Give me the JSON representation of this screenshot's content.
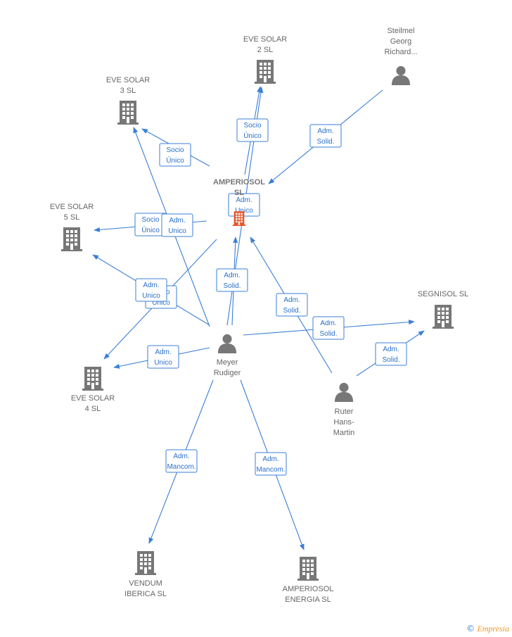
{
  "colors": {
    "edge": "#3b7fd6",
    "company": "#777777",
    "person": "#777777",
    "focus": "#e8542a"
  },
  "nodes": [
    {
      "id": "amperiosol",
      "type": "company-focus",
      "lines": [
        "AMPERIOSOL",
        "SL"
      ]
    },
    {
      "id": "eve2",
      "type": "company",
      "lines": [
        "EVE SOLAR",
        "2  SL"
      ]
    },
    {
      "id": "eve3",
      "type": "company",
      "lines": [
        "EVE SOLAR",
        "3  SL"
      ]
    },
    {
      "id": "eve5",
      "type": "company",
      "lines": [
        "EVE SOLAR",
        "5  SL"
      ]
    },
    {
      "id": "eve4",
      "type": "company",
      "lines": [
        "EVE SOLAR",
        "4  SL"
      ]
    },
    {
      "id": "segnisol",
      "type": "company",
      "lines": [
        "SEGNISOL  SL"
      ]
    },
    {
      "id": "vendum",
      "type": "company",
      "lines": [
        "VENDUM",
        "IBERICA  SL"
      ]
    },
    {
      "id": "energia",
      "type": "company",
      "lines": [
        "AMPERIOSOL",
        "ENERGIA  SL"
      ]
    },
    {
      "id": "steilmel",
      "type": "person",
      "lines": [
        "Steilmel",
        "Georg",
        "Richard..."
      ]
    },
    {
      "id": "meyer",
      "type": "person",
      "lines": [
        "Meyer",
        "Rudiger"
      ]
    },
    {
      "id": "ruter",
      "type": "person",
      "lines": [
        "Ruter",
        "Hans-",
        "Martin"
      ]
    }
  ],
  "edges": [
    {
      "from": "amperiosol",
      "to": "eve2",
      "label": [
        "Socio",
        "Único"
      ]
    },
    {
      "from": "amperiosol",
      "to": "eve3",
      "label": [
        "Socio",
        "Único"
      ]
    },
    {
      "from": "amperiosol",
      "to": "eve5",
      "label": [
        "Socio",
        "Único"
      ]
    },
    {
      "from": "amperiosol",
      "to": "eve4",
      "label": [
        "Socio",
        "Único"
      ]
    },
    {
      "from": "steilmel",
      "to": "amperiosol",
      "label": [
        "Adm.",
        "Solid."
      ]
    },
    {
      "from": "meyer",
      "to": "eve2",
      "label": [
        "Adm.",
        "Unico"
      ]
    },
    {
      "from": "meyer",
      "to": "eve3",
      "label": [
        "Adm.",
        "Unico"
      ]
    },
    {
      "from": "meyer",
      "to": "eve5",
      "label": [
        "Adm.",
        "Unico"
      ]
    },
    {
      "from": "meyer",
      "to": "eve4",
      "label": [
        "Adm.",
        "Unico"
      ]
    },
    {
      "from": "meyer",
      "to": "amperiosol",
      "label": [
        "Adm.",
        "Solid."
      ]
    },
    {
      "from": "meyer",
      "to": "segnisol",
      "label": [
        "Adm.",
        "Solid."
      ]
    },
    {
      "from": "meyer",
      "to": "vendum",
      "label": [
        "Adm.",
        "Mancom."
      ]
    },
    {
      "from": "meyer",
      "to": "energia",
      "label": [
        "Adm.",
        "Mancom."
      ]
    },
    {
      "from": "ruter",
      "to": "amperiosol",
      "label": [
        "Adm.",
        "Solid."
      ]
    },
    {
      "from": "ruter",
      "to": "segnisol",
      "label": [
        "Adm.",
        "Solid."
      ]
    }
  ],
  "footer": {
    "copyright": "©",
    "brand": "Empresia"
  }
}
